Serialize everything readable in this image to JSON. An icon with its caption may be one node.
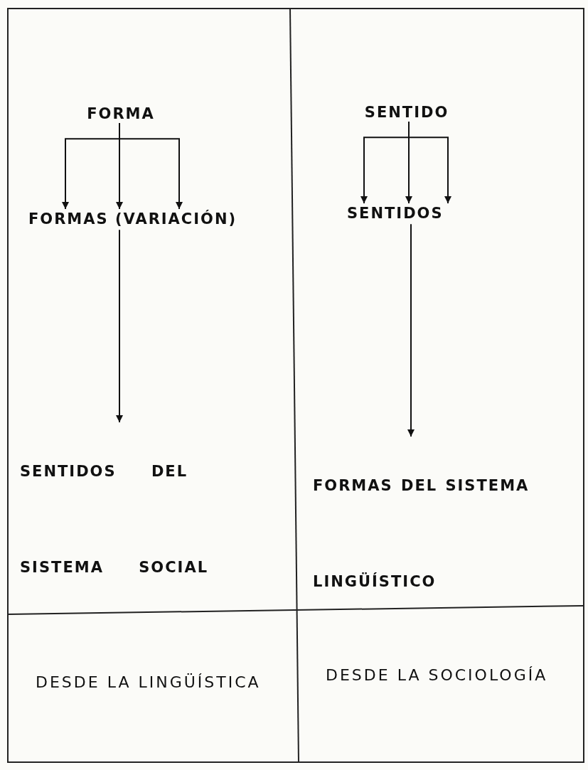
{
  "diagram": {
    "nodes": [
      {
        "text": [
          "FORMA"
        ]
      },
      {
        "text": [
          "FORMAS (VARIACIÓN)"
        ]
      },
      {
        "text": [
          "SENTIDOS DEL SISTEMA SOCIAL"
        ]
      },
      {
        "text": [
          "SENTIDO"
        ]
      },
      {
        "text": [
          "SENTIDOS"
        ]
      },
      {
        "text": [
          "FORMAS DEL SISTEMA LINGÜÍSTICO"
        ]
      }
    ],
    "edges": [
      {
        "from": 0,
        "to": 1,
        "arrow": "to"
      },
      {
        "from": 0,
        "to": 1,
        "arrow": "to"
      },
      {
        "from": 0,
        "to": 1,
        "arrow": "to"
      },
      {
        "from": 1,
        "to": 2,
        "arrow": "to"
      },
      {
        "from": 3,
        "to": 4,
        "arrow": "to"
      },
      {
        "from": 3,
        "to": 4,
        "arrow": "to"
      },
      {
        "from": 3,
        "to": 4,
        "arrow": "to"
      },
      {
        "from": 4,
        "to": 5,
        "arrow": "to"
      }
    ],
    "labels": [
      "DESDE LA LINGÜÍSTICA",
      "DESDE LA SOCIOLOGÍA"
    ]
  }
}
